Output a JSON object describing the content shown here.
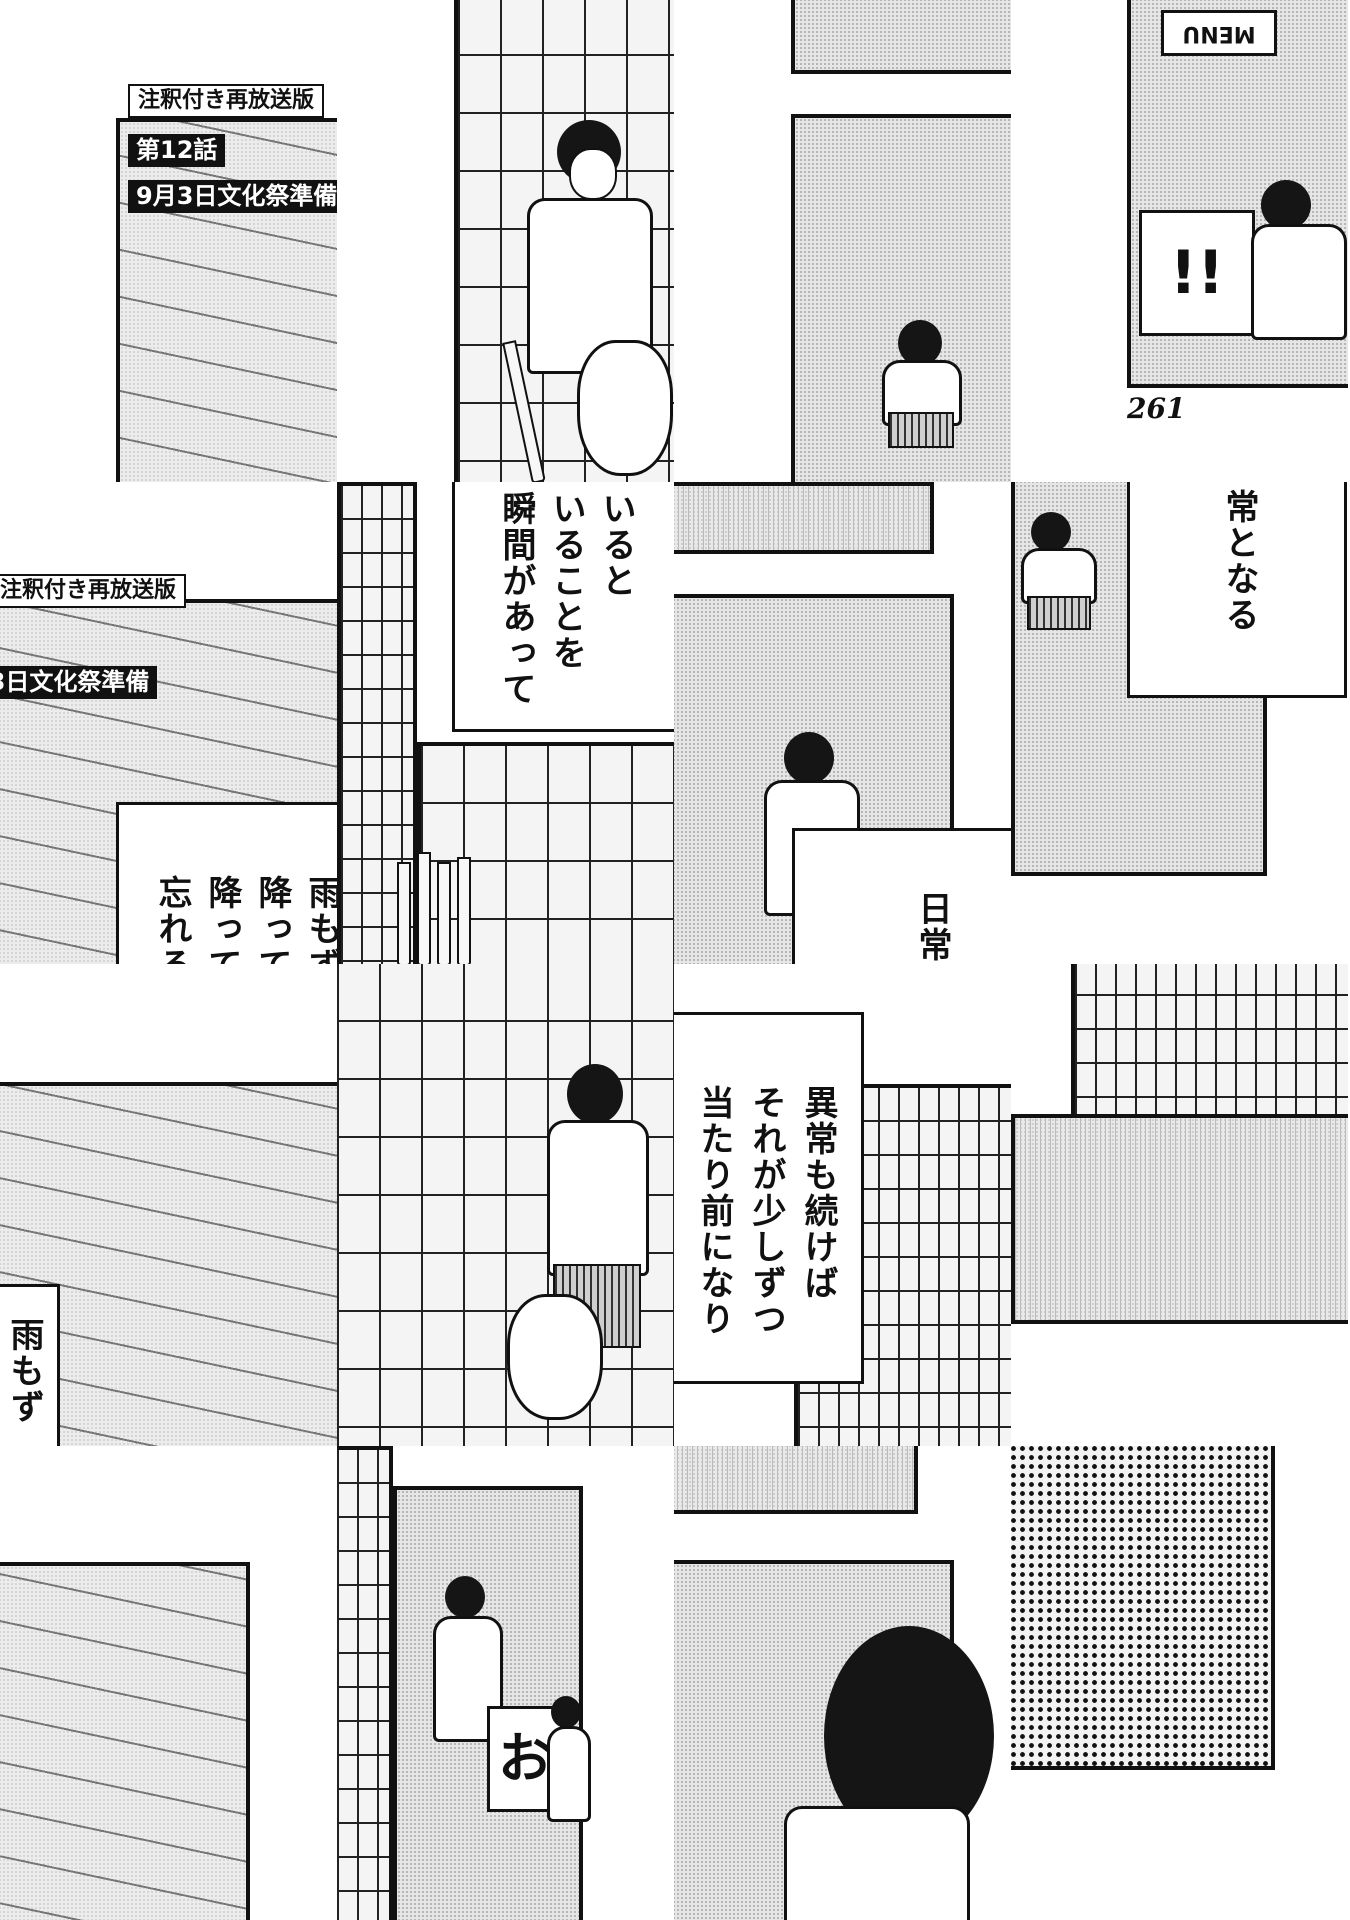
{
  "page": {
    "header": {
      "label_reairing": "注釈付き再放送版",
      "label_episode": "第12話",
      "label_date": "9月3日文化祭準備"
    },
    "page_number": "261",
    "narration": {
      "intro_fragment_a": "雨もずっと",
      "intro_fragment_b": "降って",
      "intro_fragment_c": "降って",
      "intro_fragment_d": "忘れる",
      "intro_fragment_e": "雨もず",
      "moment_a": "いると",
      "moment_b": "いることを",
      "moment_c": "瞬間があって",
      "normal_a": "常となる",
      "normal_b": "日常",
      "abnormal_a": "異常も続けば",
      "abnormal_b": "それが少しずつ",
      "abnormal_c": "当たり前になり"
    },
    "sign_text": {
      "menu": "MENU",
      "exclaim": "!!",
      "sign_o": "お"
    }
  }
}
